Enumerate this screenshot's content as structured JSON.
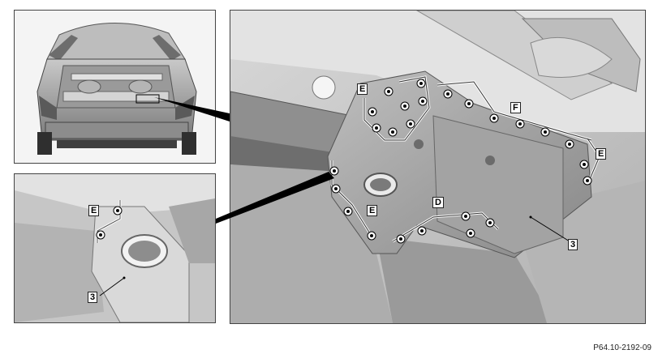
{
  "callouts": {
    "E_top": "E",
    "F": "F",
    "E_right": "E",
    "E_lower": "E",
    "D": "D",
    "three_main": "3",
    "E_inset": "E",
    "three_inset": "3"
  },
  "reference_code": "P64.10-2192-09",
  "colors": {
    "frame": "#444444",
    "metal_light": "#d8d8d8",
    "metal_mid": "#a9a9a9",
    "metal_dark": "#4a4a4a",
    "bead_line": "#ffffff"
  },
  "icons": {
    "weld_point": "circle-dot",
    "leader": "black-wedge-line"
  }
}
